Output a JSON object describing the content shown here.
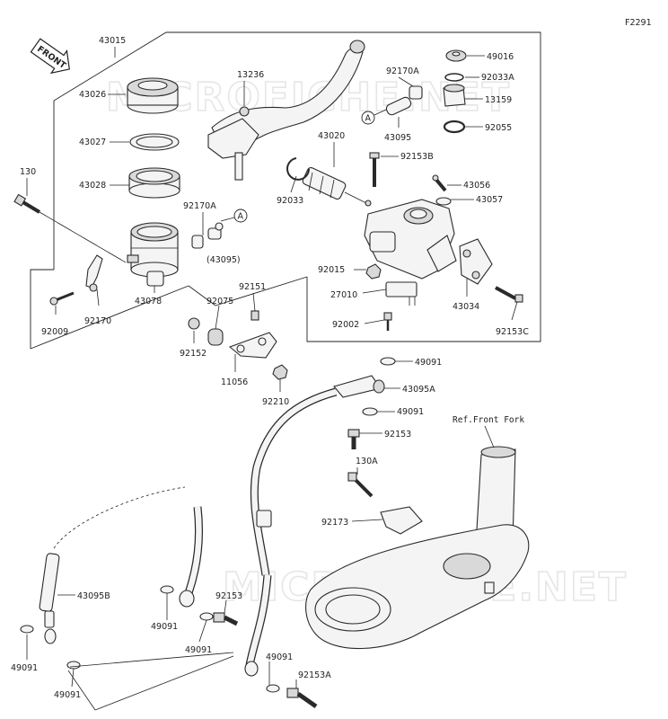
{
  "diagram_id": "F2291",
  "direction_label": "FRONT",
  "watermark": "MICROFICHE.NET",
  "reference_note": "Ref.Front Fork",
  "callouts": {
    "p43015": "43015",
    "p43026": "43026",
    "p43027": "43027",
    "p43028": "43028",
    "p130": "130",
    "p92170A_l": "92170A",
    "p43095_l": "(43095)",
    "p92170": "92170",
    "p92009": "92009",
    "p43078": "43078",
    "p92075": "92075",
    "p92151": "92151",
    "p92152": "92152",
    "p11056": "11056",
    "p92210": "92210",
    "p13236": "13236",
    "p43020": "43020",
    "p92033": "92033",
    "p92170A_r": "92170A",
    "p43095_r": "43095",
    "p49016": "49016",
    "p92033A": "92033A",
    "p13159": "13159",
    "p92055": "92055",
    "p92153B": "92153B",
    "p43056": "43056",
    "p43057": "43057",
    "p92015": "92015",
    "p27010": "27010",
    "p92002": "92002",
    "p43034": "43034",
    "p92153C": "92153C",
    "p49091_a": "49091",
    "p43095A": "43095A",
    "p49091_b": "49091",
    "p92153": "92153",
    "p130A": "130A",
    "p92173": "92173",
    "p43095B": "43095B",
    "p49091_c": "49091",
    "p49091_d": "49091",
    "p49091_e": "49091",
    "p49091_f": "49091",
    "p92153_b": "92153",
    "p49091_g": "49091",
    "p92153A": "92153A"
  },
  "ref_markers": {
    "a1": "A",
    "a2": "A"
  }
}
